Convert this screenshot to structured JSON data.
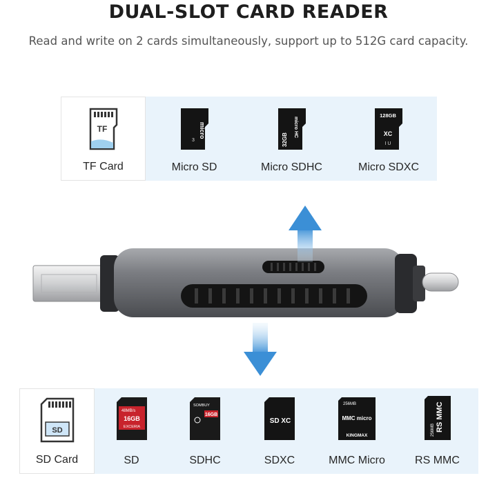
{
  "header": {
    "title": "DUAL-SLOT CARD READER",
    "subtitle": "Read and write on 2 cards simultaneously, support up to 512G card capacity."
  },
  "tf_cards": [
    {
      "label": "TF Card",
      "icon": "tf-card-icon",
      "marking": "TF"
    },
    {
      "label": "Micro SD",
      "icon": "micro-sd-card-icon",
      "marking": "micro"
    },
    {
      "label": "Micro SDHC",
      "icon": "micro-sdhc-card-icon",
      "marking": "32GB"
    },
    {
      "label": "Micro SDXC",
      "icon": "micro-sdxc-card-icon",
      "marking": "128GB"
    }
  ],
  "sd_cards": [
    {
      "label": "SD Card",
      "icon": "sd-card-icon",
      "marking": "SD"
    },
    {
      "label": "SD",
      "icon": "sd-card-red-icon",
      "marking": "16GB",
      "brand": "EXCERIA",
      "capacity": "48MB/s"
    },
    {
      "label": "SDHC",
      "icon": "sdhc-card-icon",
      "marking": "16GB",
      "brand": "SOMBUY"
    },
    {
      "label": "SDXC",
      "icon": "sdxc-card-icon",
      "marking": "SD XC"
    },
    {
      "label": "MMC Micro",
      "icon": "mmc-micro-card-icon",
      "marking": "MMC micro",
      "brand": "KINGMAX",
      "capacity": "256MB"
    },
    {
      "label": "RS MMC",
      "icon": "rs-mmc-card-icon",
      "marking": "RS MMC",
      "capacity": "256MB"
    }
  ],
  "colors": {
    "panel_blue": "#e9f3fb",
    "arrow_blue": "#4a9ad8",
    "reader_body": "#6b6d72"
  }
}
